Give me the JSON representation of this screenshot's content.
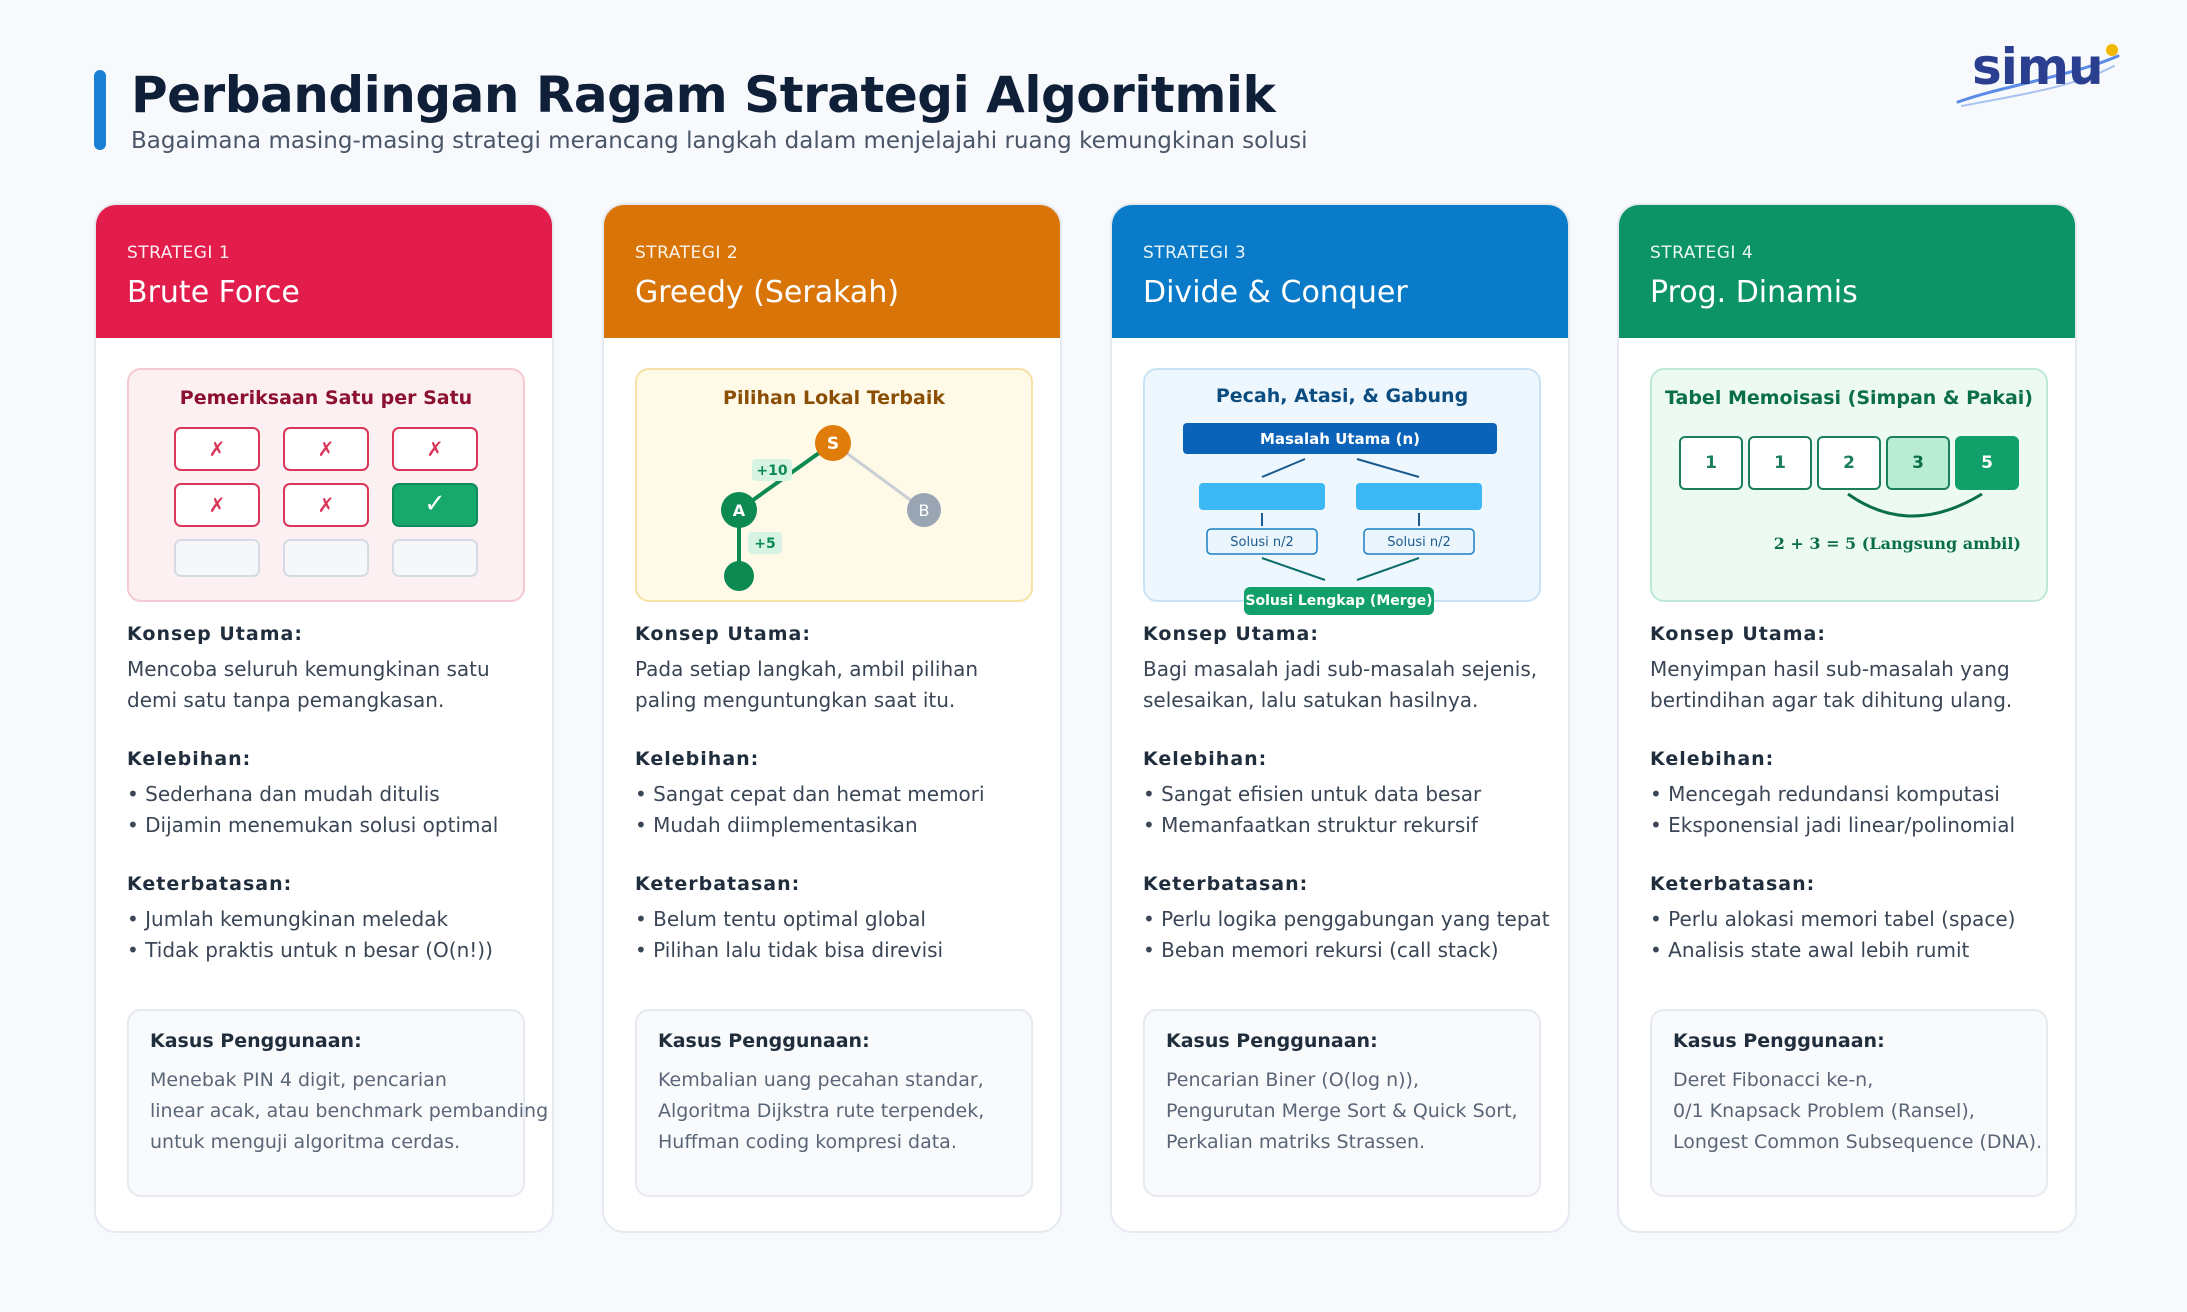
{
  "header": {
    "title": "Perbandingan Ragam Strategi Algoritmik",
    "subtitle": "Bagaimana masing-masing strategi merancang langkah dalam menjelajahi ruang kemungkinan solusi",
    "logo_text": "simu"
  },
  "labels": {
    "concept": "Konsep Utama:",
    "pros": "Kelebihan:",
    "cons": "Keterbatasan:",
    "usecase": "Kasus Penggunaan:"
  },
  "colors": {
    "brute_force": "#e21d4c",
    "greedy": "#d97508",
    "divide_conquer": "#0a7bc8",
    "dynamic_programming": "#0d9466"
  },
  "cards": [
    {
      "kicker": "STRATEGI 1",
      "name": "Brute Force",
      "illustration": {
        "title": "Pemeriksaan Satu per Satu",
        "cells": [
          "x",
          "x",
          "x",
          "x",
          "x",
          "check",
          "empty",
          "empty",
          "empty"
        ],
        "x_glyph": "✗",
        "check_glyph": "✓"
      },
      "concept": [
        "Mencoba seluruh kemungkinan satu",
        "demi satu tanpa pemangkasan."
      ],
      "pros": [
        "• Sederhana dan mudah ditulis",
        "• Dijamin menemukan solusi optimal"
      ],
      "cons": [
        "• Jumlah kemungkinan meledak",
        "• Tidak praktis untuk n besar (O(n!))"
      ],
      "usecase": [
        "Menebak PIN 4 digit, pencarian",
        "linear acak, atau benchmark pembanding",
        "untuk menguji algoritma cerdas."
      ]
    },
    {
      "kicker": "STRATEGI 2",
      "name": "Greedy (Serakah)",
      "illustration": {
        "title": "Pilihan Lokal Terbaik",
        "node_s": "S",
        "node_a": "A",
        "node_b": "B",
        "gain_1": "+10",
        "gain_2": "+5"
      },
      "concept": [
        "Pada setiap langkah, ambil pilihan",
        "paling menguntungkan saat itu."
      ],
      "pros": [
        "• Sangat cepat dan hemat memori",
        "• Mudah diimplementasikan"
      ],
      "cons": [
        "• Belum tentu optimal global",
        "• Pilihan lalu tidak bisa direvisi"
      ],
      "usecase": [
        "Kembalian uang pecahan standar,",
        "Algoritma Dijkstra rute terpendek,",
        "Huffman coding kompresi data."
      ]
    },
    {
      "kicker": "STRATEGI 3",
      "name": "Divide & Conquer",
      "illustration": {
        "title": "Pecah, Atasi, & Gabung",
        "main_problem": "Masalah Utama (n)",
        "sub_left": "Solusi n/2",
        "sub_right": "Solusi n/2",
        "merge": "Solusi Lengkap (Merge)"
      },
      "concept": [
        "Bagi masalah jadi sub-masalah sejenis,",
        "selesaikan, lalu satukan hasilnya."
      ],
      "pros": [
        "• Sangat efisien untuk data besar",
        "• Memanfaatkan struktur rekursif"
      ],
      "cons": [
        "• Perlu logika penggabungan yang tepat",
        "• Beban memori rekursi (call stack)"
      ],
      "usecase": [
        "Pencarian Biner (O(log n)),",
        "Pengurutan Merge Sort & Quick Sort,",
        "Perkalian matriks Strassen."
      ]
    },
    {
      "kicker": "STRATEGI 4",
      "name": "Prog. Dinamis",
      "illustration": {
        "title": "Tabel Memoisasi (Simpan & Pakai)",
        "table": [
          "1",
          "1",
          "2",
          "3",
          "5"
        ],
        "note": "2 + 3 = 5 (Langsung ambil)"
      },
      "concept": [
        "Menyimpan hasil sub-masalah yang",
        "bertindihan agar tak dihitung ulang."
      ],
      "pros": [
        "• Mencegah redundansi komputasi",
        "• Eksponensial jadi linear/polinomial"
      ],
      "cons": [
        "• Perlu alokasi memori tabel (space)",
        "• Analisis state awal lebih rumit"
      ],
      "usecase": [
        "Deret Fibonacci ke-n,",
        "0/1 Knapsack Problem (Ransel),",
        "Longest Common Subsequence (DNA)."
      ]
    }
  ]
}
